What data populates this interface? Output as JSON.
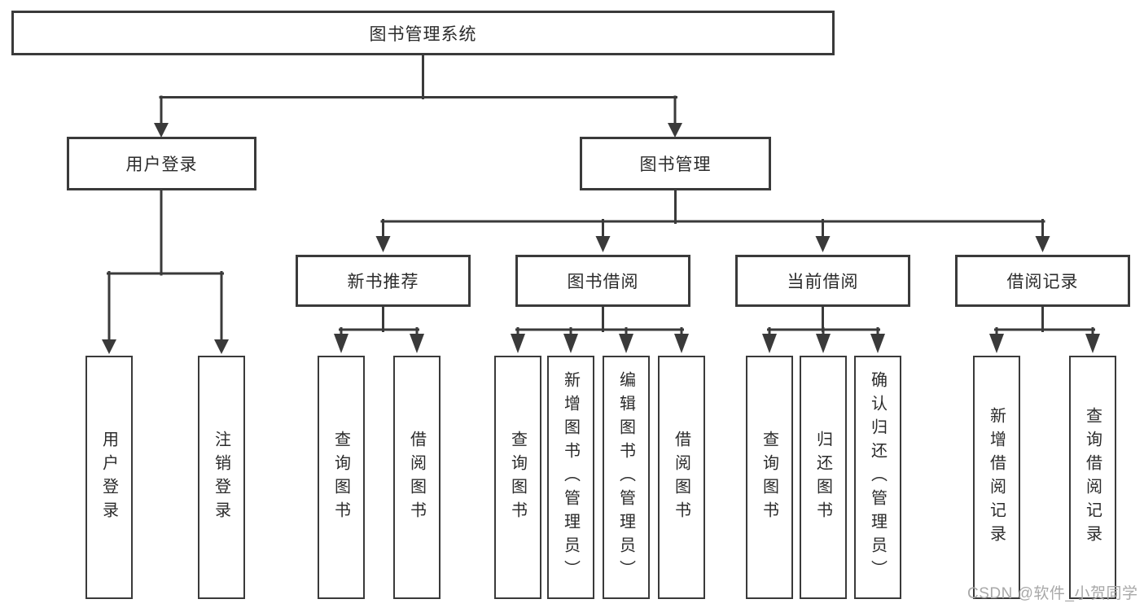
{
  "diagram": {
    "root": {
      "label": "图书管理系统"
    },
    "level2": [
      {
        "id": "user-login",
        "label": "用户登录"
      },
      {
        "id": "book-management",
        "label": "图书管理"
      }
    ],
    "level3": [
      {
        "id": "new-books",
        "label": "新书推荐"
      },
      {
        "id": "book-borrow",
        "label": "图书借阅"
      },
      {
        "id": "current-borrow",
        "label": "当前借阅"
      },
      {
        "id": "borrow-records",
        "label": "借阅记录"
      }
    ],
    "leaves": {
      "user_login": [
        "用户登录",
        "注销登录"
      ],
      "new_books": [
        "查询图书",
        "借阅图书"
      ],
      "book_borrow": [
        "查询图书",
        "新增图书（管理员）",
        "编辑图书（管理员）",
        "借阅图书"
      ],
      "current_borrow": [
        "查询图书",
        "归还图书",
        "确认归还（管理员）"
      ],
      "borrow_records": [
        "新增借阅记录",
        "查询借阅记录"
      ]
    }
  },
  "watermark": "CSDN @软件_小贺同学",
  "colors": {
    "line": "#3a3a3a",
    "text": "#2b2b2b",
    "watermark": "#a8a8a8",
    "background": "#ffffff"
  }
}
